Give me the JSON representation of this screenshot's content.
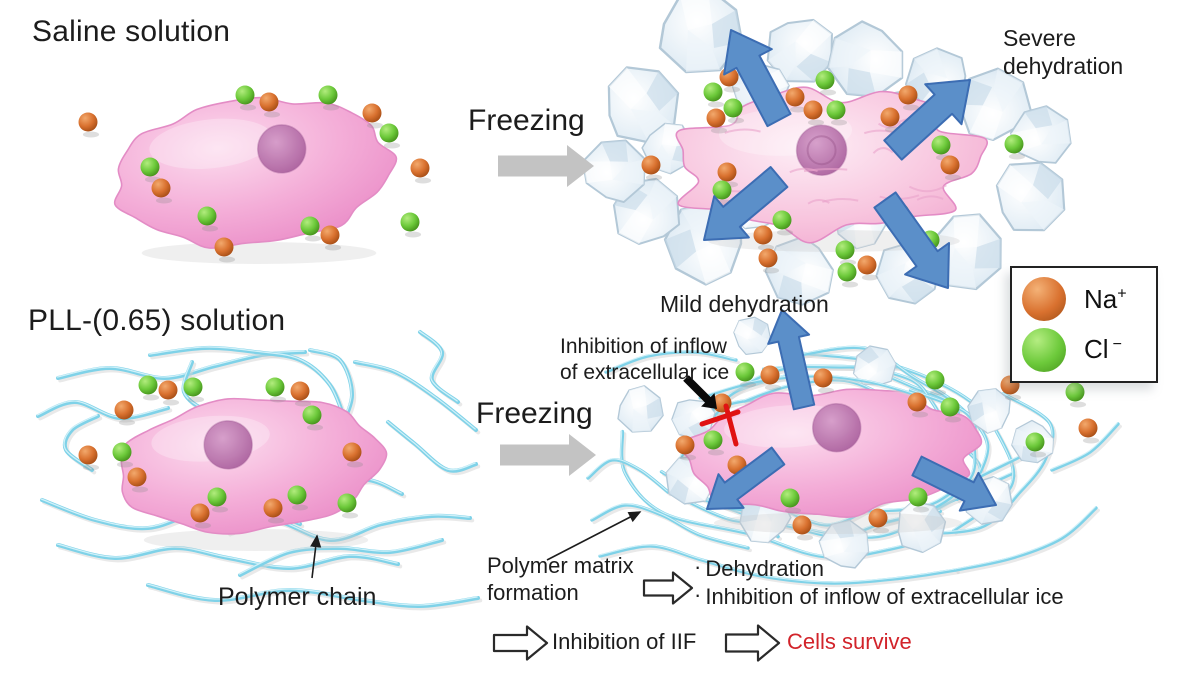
{
  "figure": {
    "background": "#ffffff",
    "panels": {
      "saline": {
        "title": "Saline solution"
      },
      "frozen_saline": {
        "label": "Severe dehydration"
      },
      "pll": {
        "title": "PLL-(0.65) solution",
        "polymer_chain_label": "Polymer chain"
      },
      "frozen_pll": {
        "mild_label": "Mild dehydration",
        "ice_inhibition_note": "Inhibition of inflow of extracellular ice",
        "matrix_label": "Polymer matrix formation"
      }
    },
    "process_arrows": {
      "top_label": "Freezing",
      "bottom_label": "Freezing"
    },
    "legend": {
      "items": [
        {
          "ion": "Na",
          "charge": "+",
          "color": "#d9712f"
        },
        {
          "ion": "Cl",
          "charge": "−",
          "color": "#6cc93a"
        }
      ]
    },
    "summary": {
      "bullet": "·",
      "effects": [
        "Dehydration",
        "Inhibition of inflow of extracellular ice"
      ],
      "iif_label": "Inhibition of IIF",
      "outcome_label": "Cells survive"
    },
    "colors": {
      "na_orange": "#d9712f",
      "cl_green": "#6cc93a",
      "cell_pink": "#f2a3d3",
      "nucleus_pink": "#b76aa6",
      "polymer_blue": "#7fd2e8",
      "arrow_blue": "#5b8fc9",
      "arrow_blue_edge": "#3c6db3",
      "ice_fill": "#dde9f2",
      "freezing_gray": "#c3c3c3",
      "inhibit_red": "#e01212",
      "survive_red": "#d2232a",
      "text": "#1c1c1c"
    }
  }
}
